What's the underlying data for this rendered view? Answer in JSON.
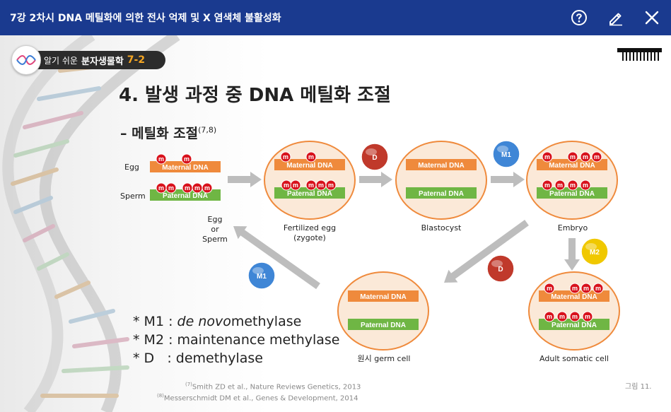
{
  "window": {
    "title": "7강 2차시 DNA 메틸화에 의한 전사 억제 및 X 염색체 불활성화"
  },
  "toolbar": {
    "help_icon": "question-circle-icon",
    "edit_icon": "pencil-icon",
    "close_icon": "close-icon"
  },
  "badge": {
    "part1": "알기 쉬운",
    "part2": "분자생물학",
    "part3": "7-2"
  },
  "slide": {
    "heading": "4. 발생 과정 중 DNA 메틸화 조절",
    "subheading": "– 메틸화 조절",
    "subheading_ref": "(7,8)"
  },
  "diagram": {
    "dna_maternal": "Maternal DNA",
    "dna_paternal": "Paternal DNA",
    "methyl": "m",
    "labels": {
      "egg": "Egg",
      "sperm": "Sperm",
      "egg_or_sperm_1": "Egg",
      "egg_or_sperm_2": "or",
      "egg_or_sperm_3": "Sperm",
      "fertilized_1": "Fertilized egg",
      "fertilized_2": "(zygote)",
      "blastocyst": "Blastocyst",
      "embryo": "Embryo",
      "germ": "원시 germ cell",
      "adult": "Adult somatic cell"
    },
    "enzymes": {
      "d": "D",
      "m1": "M1",
      "m2": "M2"
    }
  },
  "legend": [
    {
      "bullet": "*",
      "key": "M1",
      "sep": ":",
      "italic": "de novo",
      "text": "methylase"
    },
    {
      "bullet": "*",
      "key": "M2",
      "sep": ":",
      "italic": "",
      "text": "maintenance methylase"
    },
    {
      "bullet": "*",
      "key": "D",
      "sep": ":",
      "italic": "",
      "text": "demethylase"
    }
  ],
  "references": {
    "ref7_num": "(7)",
    "ref7": "Smith ZD et al., Nature Reviews Genetics, 2013",
    "ref8_num": "(8)",
    "ref8": "Messerschmidt DM et al., Genes & Development, 2014"
  },
  "figure_label": "그림 11.",
  "colors": {
    "titlebar": "#1a3a8f",
    "maternal_bar": "#ef8a3c",
    "paternal_bar": "#6fb644",
    "cell_fill": "#fbe9d8",
    "cell_border": "#ef8a3c",
    "methyl": "#d8121c",
    "enzyme_d": "#c0392b",
    "enzyme_m1": "#3f86d6",
    "enzyme_m2": "#f0c800",
    "arrow": "#bdbdbd"
  }
}
